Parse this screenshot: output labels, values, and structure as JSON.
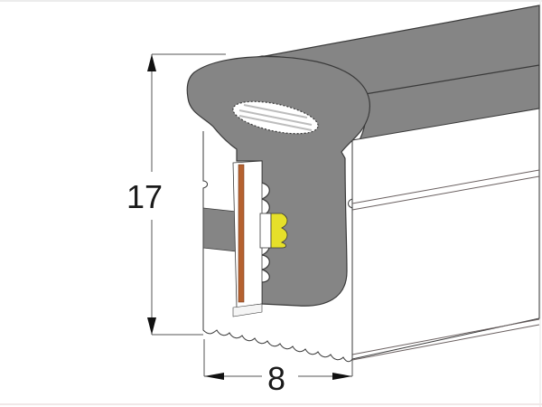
{
  "diagram": {
    "subject": "LED neon flex strip cross-section",
    "colors": {
      "silicone_body": "#858585",
      "outline": "#3a3a3a",
      "pcb": "#b5612f",
      "led_chip": "#e6e02a",
      "background": "#ffffff",
      "dimension_line": "#555555",
      "label_text": "#1a1a1a"
    },
    "dimensions": {
      "height": {
        "value": "17",
        "orientation": "vertical"
      },
      "width": {
        "value": "8",
        "orientation": "horizontal"
      }
    },
    "parts": [
      {
        "name": "diffuser-cap",
        "color": "#858585"
      },
      {
        "name": "wire-core",
        "color": "#ffffff"
      },
      {
        "name": "pcb-strip",
        "color": "#b5612f"
      },
      {
        "name": "led-chip",
        "color": "#e6e02a"
      },
      {
        "name": "side-tab",
        "color": "#858585"
      },
      {
        "name": "base-housing",
        "color": "#ffffff"
      }
    ]
  }
}
